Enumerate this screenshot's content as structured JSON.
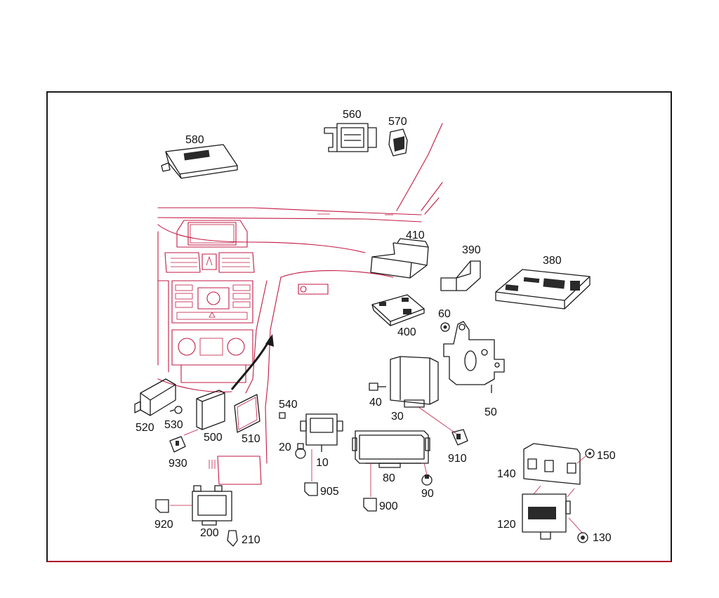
{
  "colors": {
    "line": "#c21a44",
    "ink": "#1a1a1a",
    "background": "#ffffff"
  },
  "labels": {
    "p580": "580",
    "p560": "560",
    "p570": "570",
    "p410": "410",
    "p390": "390",
    "p380": "380",
    "p400": "400",
    "p60": "60",
    "p50": "50",
    "p30": "30",
    "p40": "40",
    "p520": "520",
    "p530": "530",
    "p500": "500",
    "p510": "510",
    "p540": "540",
    "p20": "20",
    "p10": "10",
    "p905": "905",
    "p930": "930",
    "p80": "80",
    "p900": "900",
    "p90": "90",
    "p910": "910",
    "p140": "140",
    "p150": "150",
    "p120": "120",
    "p130": "130",
    "p920": "920",
    "p200": "200",
    "p210": "210"
  }
}
